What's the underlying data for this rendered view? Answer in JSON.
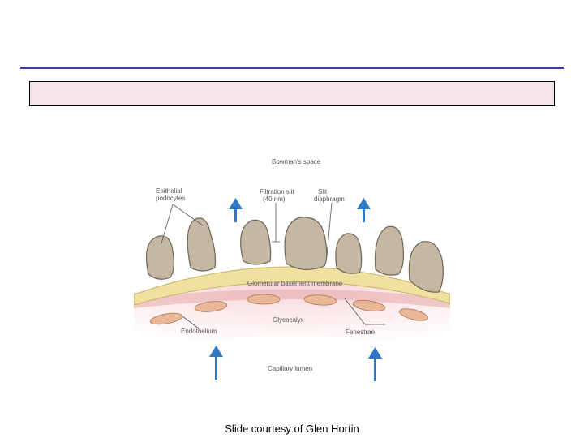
{
  "title": "",
  "diagram": {
    "labels": {
      "bowmans_space": "Bowman's space",
      "epithelial_1": "Epithelial",
      "epithelial_2": "podocytes",
      "filtration_1": "Filtration slit",
      "filtration_2": "(40 nm)",
      "slit_1": "Slit",
      "slit_2": "diaphragm",
      "gbm": "Glomerular basement membrane",
      "glycocalyx": "Glycocalyx",
      "endothelium": "Endothelium",
      "fenestrae": "Fenestrae",
      "capillary_lumen": "Capillary lumen"
    },
    "colors": {
      "podocyte": "#c4b8a4",
      "membrane": "#efe1a0",
      "endothelial_cell": "#e8b898",
      "lumen": "#f3c8cc",
      "arrow": "#2f78c4"
    }
  },
  "caption": "Slide courtesy of Glen Hortin"
}
